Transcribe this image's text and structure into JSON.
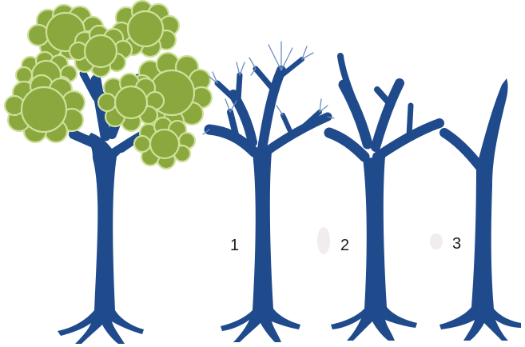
{
  "colors": {
    "trunk": "#1f4a8c",
    "twig": "#6b8fc0",
    "foliage": "#8aa83e",
    "foliage_edge": "#cfe09b"
  },
  "trees": [
    {
      "id": "healthy",
      "label": "",
      "state": "full-canopy"
    },
    {
      "id": "stage-1",
      "label": "1",
      "state": "leafless-with-twigs"
    },
    {
      "id": "stage-2",
      "label": "2",
      "state": "broken-branches"
    },
    {
      "id": "stage-3",
      "label": "3",
      "state": "bare-trunk"
    }
  ]
}
